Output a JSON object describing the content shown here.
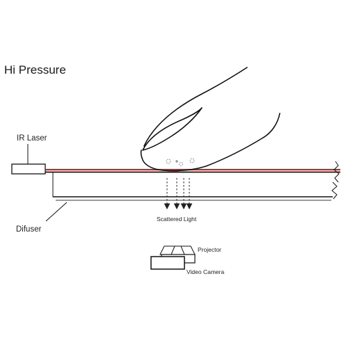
{
  "title": "Hi Pressure",
  "labels": {
    "ir_laser": "IR Laser",
    "difuser": "Difuser",
    "scattered_light": "Scattered Light",
    "projector": "Projector",
    "video_camera": "Video Camera"
  },
  "colors": {
    "laser_beam": "#cc1f1f",
    "outline": "#111111",
    "diffuser_line": "#9a9a9a"
  }
}
